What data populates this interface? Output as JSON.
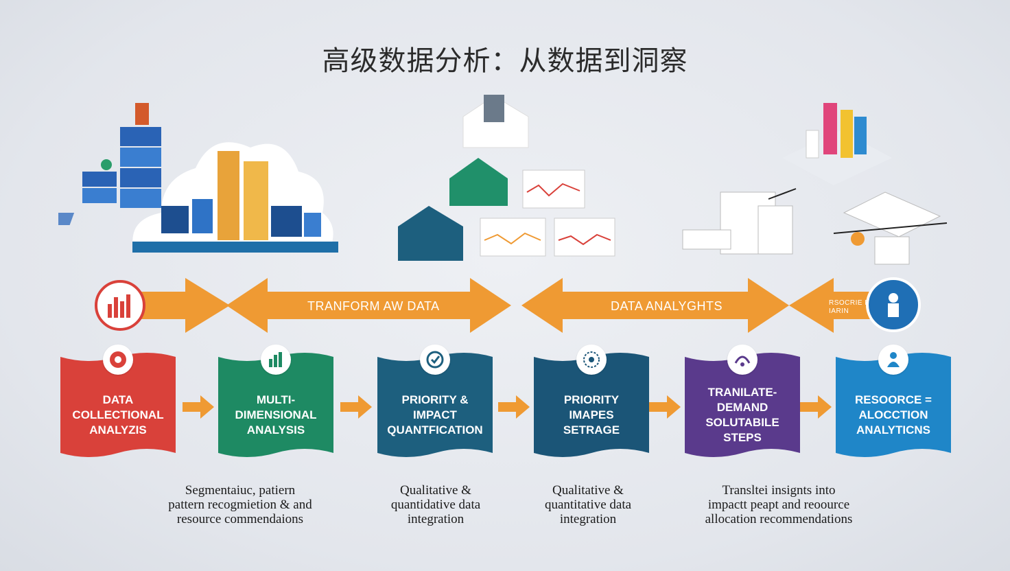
{
  "title": "高级数据分析：从数据到洞察",
  "arrows": {
    "transform_label": "TRANFORM AW DATA",
    "analytics_label": "DATA ANALYGHTS",
    "small_label": "RSOCRIE E\nIARIN"
  },
  "cards": [
    {
      "label": "DATA\nCOLLECTIONAL\nANALYZIS",
      "color": "#d9413a"
    },
    {
      "label": "MULTI-\nDIMENSIONAL\nANALYSIS",
      "color": "#1e8a63"
    },
    {
      "label": "PRIORITY &\nIMPACT\nQUANTFICATION",
      "color": "#1d5f7e"
    },
    {
      "label": "PRIORITY\nIMAPES\nSETRAGE",
      "color": "#1b5577"
    },
    {
      "label": "TRANILATE-\nDEMAND\nSOLUTABILE\nSTEPS",
      "color": "#5a3a8c"
    },
    {
      "label": "RESOORCE =\nALOCCTION\nANALYTICNS",
      "color": "#1f86c8"
    }
  ],
  "descriptions": [
    "Segmentaiuc, patiern\npattern recogmietion & and\nresource commendaions",
    "Qualitative &\nquantidative data\nintegration",
    "Qualitative &\nquantitative data\nintegration",
    "Transltei insignts into\nimpactt peapt and reoource\nallocation recommendations"
  ],
  "colors": {
    "arrow": "#ef9a33",
    "background": "#e6e9ee"
  }
}
